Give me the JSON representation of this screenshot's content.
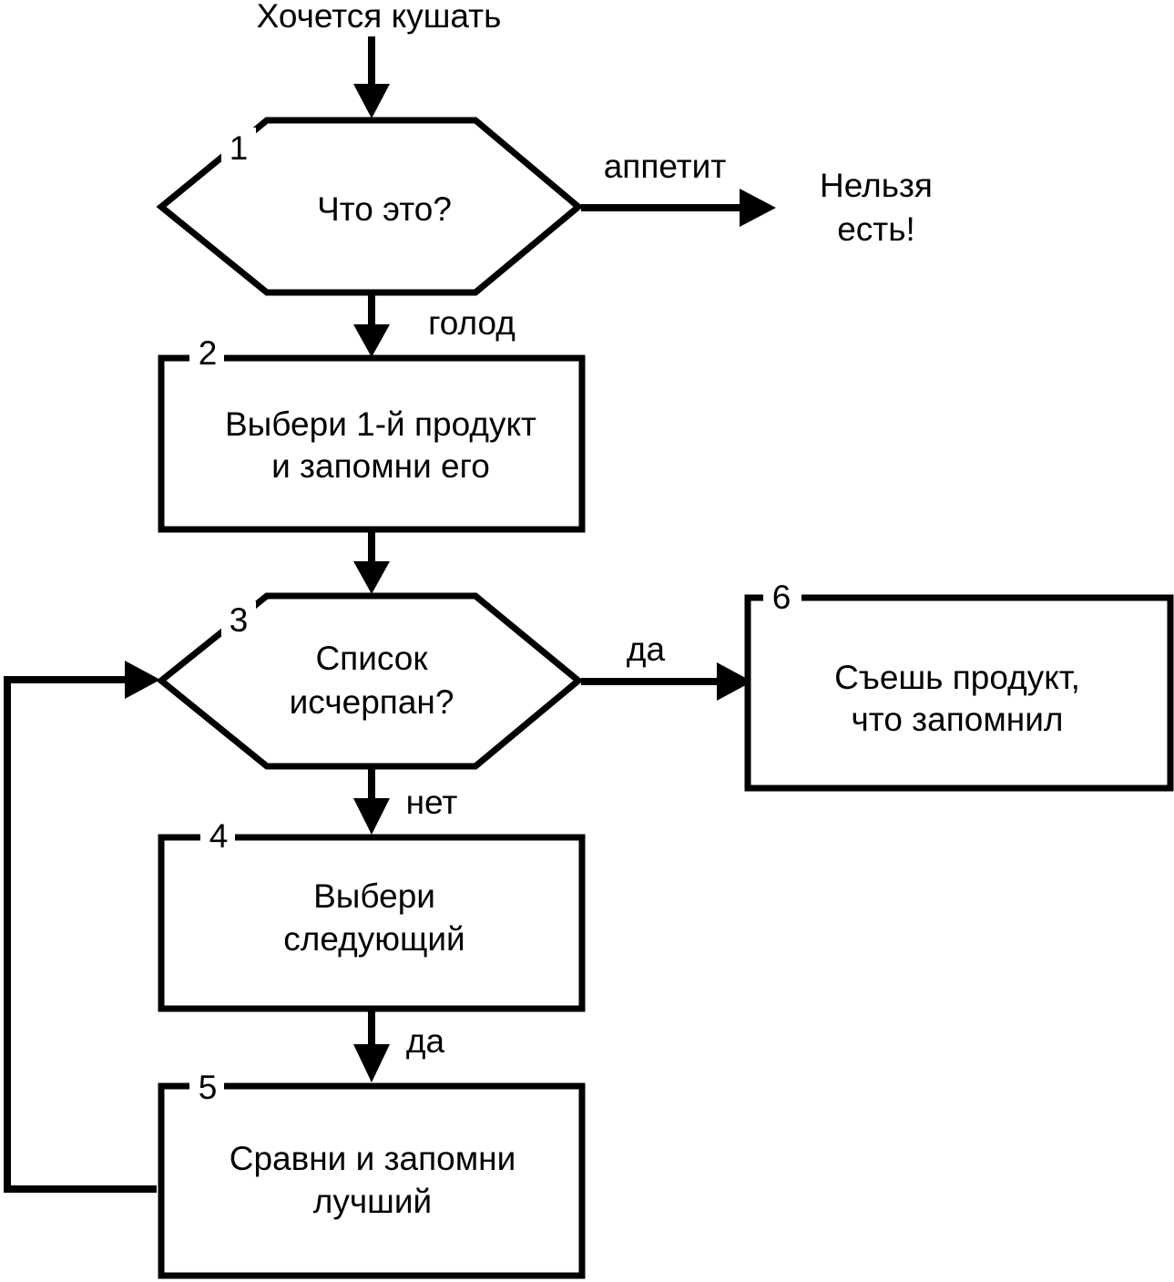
{
  "start": {
    "label": "Хочется кушать"
  },
  "blocks": [
    {
      "number": "1",
      "lines": [
        "Что это?"
      ]
    },
    {
      "number": "2",
      "lines": [
        "Выбери 1-й продукт",
        "и запомни его"
      ]
    },
    {
      "number": "3",
      "lines": [
        "Список",
        "исчерпан?"
      ]
    },
    {
      "number": "4",
      "lines": [
        "Выбери",
        "следующий"
      ]
    },
    {
      "number": "5",
      "lines": [
        "Сравни и запомни",
        "лучший"
      ]
    },
    {
      "number": "6",
      "lines": [
        "Съешь продукт,",
        "что запомнил"
      ]
    }
  ],
  "end_note": {
    "lines": [
      "Нельзя",
      "есть!"
    ]
  },
  "edge_labels": {
    "appetite": "аппетит",
    "hunger": "голод",
    "yes_to_6": "да",
    "no_to_4": "нет",
    "yes_to_5": "да"
  },
  "colors": {
    "stroke": "#000000",
    "background": "#ffffff"
  }
}
